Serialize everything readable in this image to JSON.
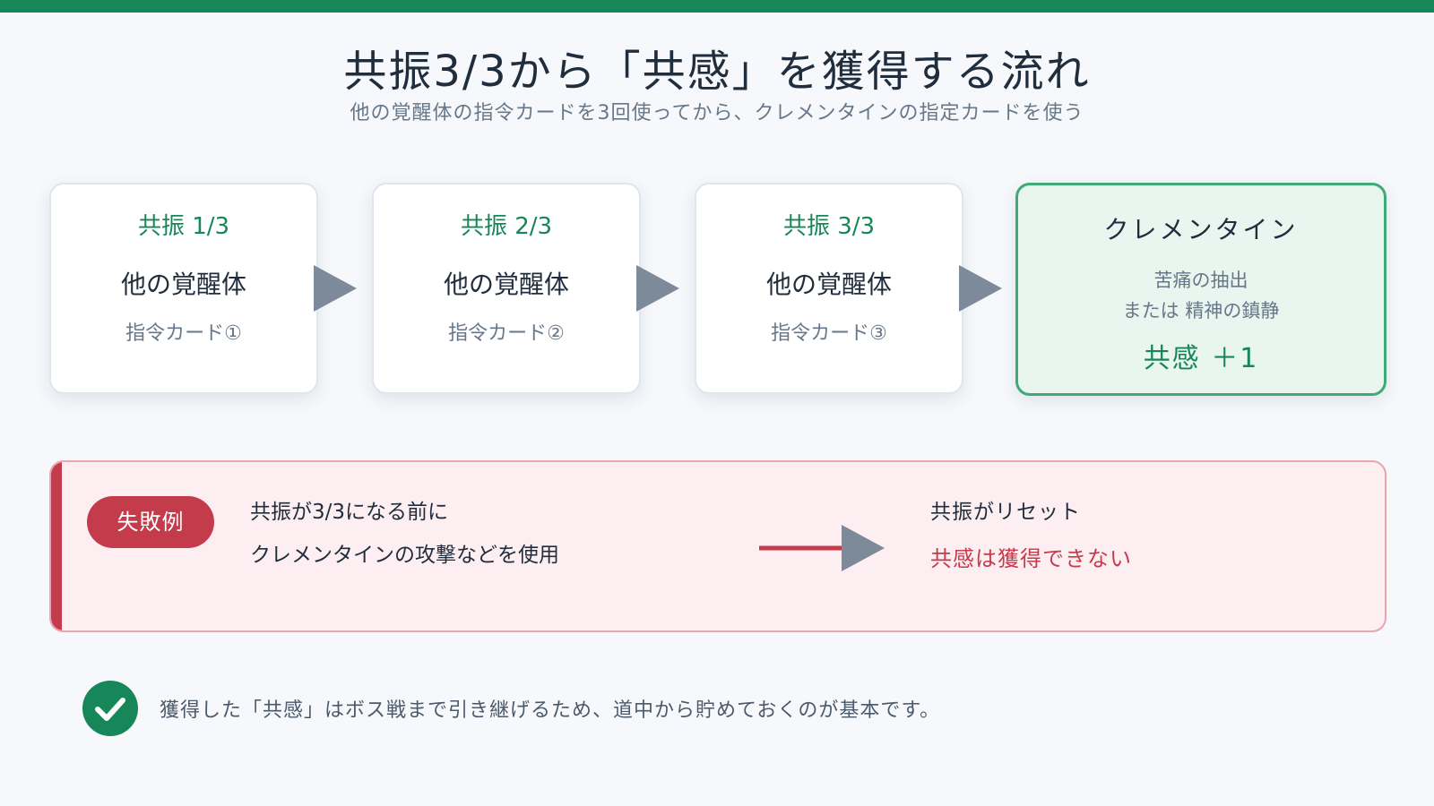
{
  "header": {
    "title": "共振3/3から「共感」を獲得する流れ",
    "subtitle": "他の覚醒体の指令カードを3回使ってから、クレメンタインの指定カードを使う"
  },
  "steps": [
    {
      "resonance": "共振 1/3",
      "actor": "他の覚醒体",
      "card": "指令カード①"
    },
    {
      "resonance": "共振 2/3",
      "actor": "他の覚醒体",
      "card": "指令カード②"
    },
    {
      "resonance": "共振 3/3",
      "actor": "他の覚醒体",
      "card": "指令カード③"
    }
  ],
  "result": {
    "name": "クレメンタイン",
    "card_line1": "苦痛の抽出",
    "card_line2": "または 精神の鎮静",
    "gain": "共感 ＋1"
  },
  "failure": {
    "badge": "失敗例",
    "cause_line1": "共振が3/3になる前に",
    "cause_line2": "クレメンタインの攻撃などを使用",
    "result_line1": "共振がリセット",
    "result_line2": "共感は獲得できない"
  },
  "note": {
    "text": "獲得した「共感」はボス戦まで引き継げるため、道中から貯めておくのが基本です。"
  },
  "colors": {
    "accent_green": "#17875a",
    "result_bg": "#e8f6ef",
    "failure_red": "#c43b4c",
    "failure_bg": "#fdeff1",
    "arrow_gray": "#7d8a9a"
  },
  "icons": {
    "flow_arrow": "triangle-right-icon",
    "note": "check-circle-icon"
  }
}
